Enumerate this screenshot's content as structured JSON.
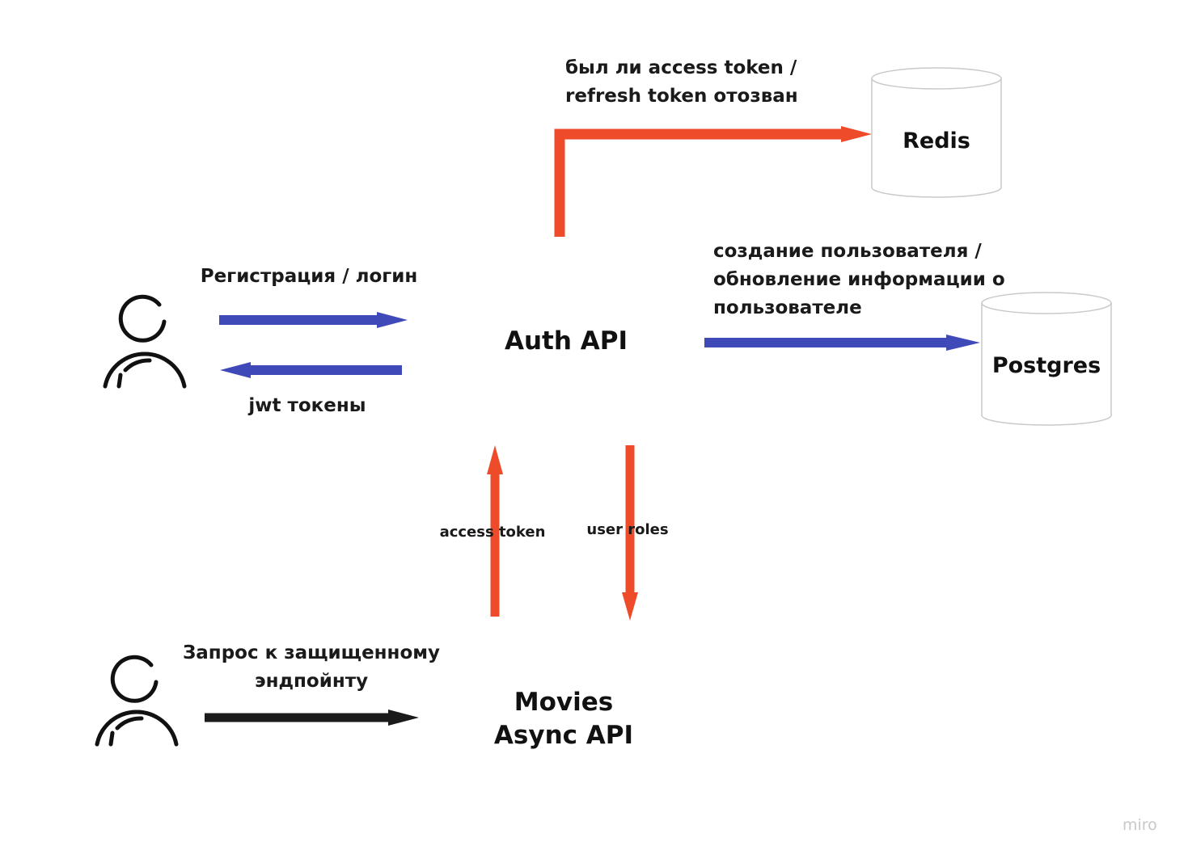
{
  "colors": {
    "blue": "#4049b8",
    "red": "#ee4b2b",
    "black": "#1b1b1b",
    "text": "#1a1a1a"
  },
  "nodes": {
    "auth_api": "Auth API",
    "movies_line1": "Movies",
    "movies_line2": "Async API",
    "redis": "Redis",
    "postgres": "Postgres"
  },
  "labels": {
    "redis_line1": "был ли access token /",
    "redis_line2": "refresh token отозван",
    "postgres_line1": "создание пользователя /",
    "postgres_line2": "обновление информации о",
    "postgres_line3": "пользователе",
    "register_login": "Регистрация / логин",
    "jwt_tokens": "jwt токены",
    "access_token": "access token",
    "user_roles": "user roles",
    "request_line1": "Запрос к защищенному",
    "request_line2": "эндпойнту"
  },
  "icons": {
    "user_top": "user-icon",
    "user_bottom": "user-icon",
    "redis": "database-cylinder-icon",
    "postgres": "database-cylinder-icon"
  },
  "watermark": "miro"
}
